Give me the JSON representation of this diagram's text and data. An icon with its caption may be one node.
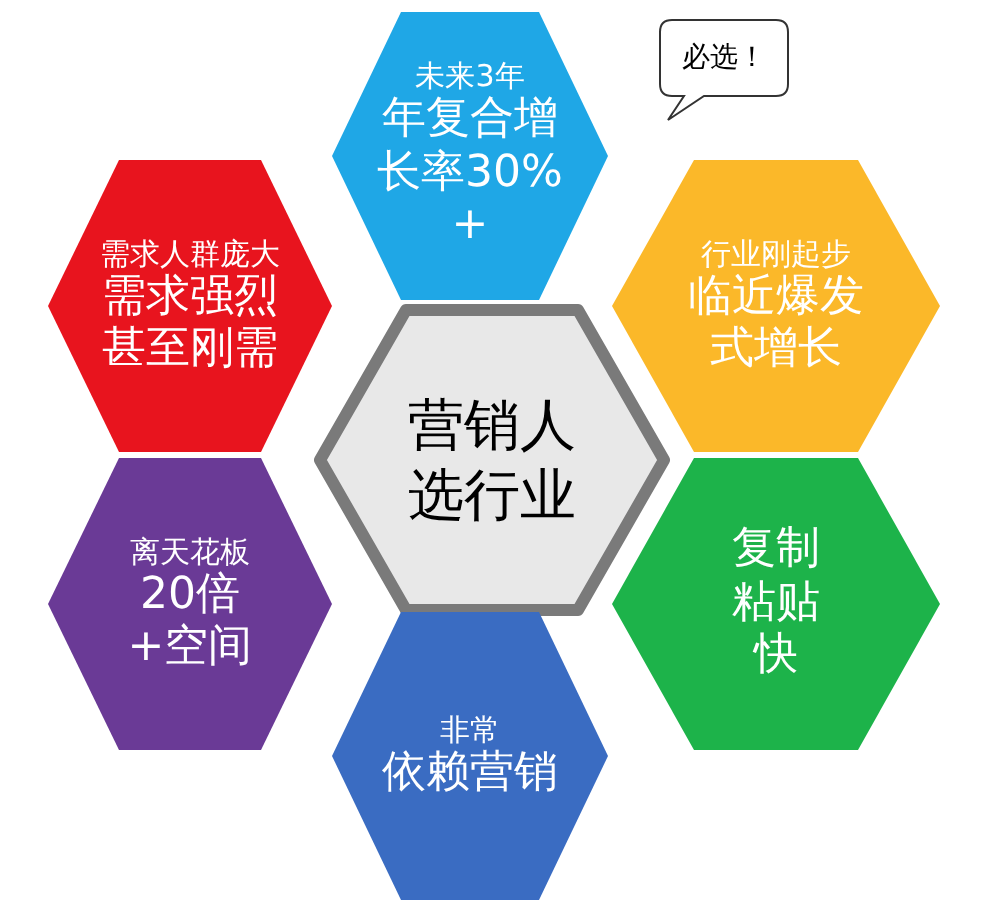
{
  "diagram": {
    "nodes": [
      {
        "text": [
          "未来3年",
          "年复合增长率30%+"
        ]
      },
      {
        "text": [
          "必选！"
        ]
      },
      {
        "text": [
          "需求人群庞大",
          "需求强烈甚至刚需"
        ]
      },
      {
        "text": [
          "行业刚起步",
          "临近爆发式增长"
        ]
      },
      {
        "text": [
          "营销人选行业"
        ]
      },
      {
        "text": [
          "离天花板",
          "20倍+空间"
        ]
      },
      {
        "text": [
          "复制粘贴快"
        ]
      },
      {
        "text": [
          "非常",
          "依赖营销"
        ]
      }
    ]
  }
}
